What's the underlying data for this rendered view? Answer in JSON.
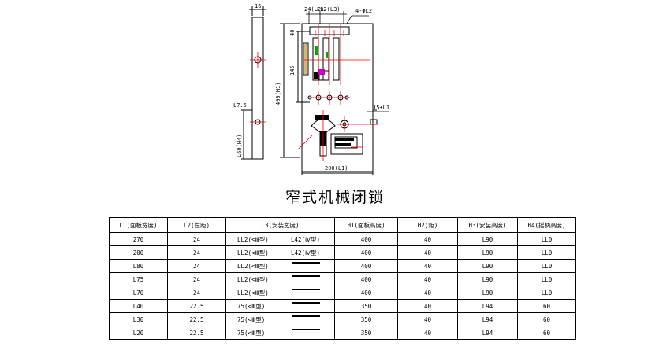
{
  "drawing": {
    "dims": {
      "side_width": "16",
      "l2": "24(L2)",
      "l12_l3": "LL2(L3)",
      "holes": "4-ΦL2",
      "d40": "40",
      "d145": "145",
      "height": "400(H1)",
      "l75": "L7.5",
      "l60_h4": "L60(H4)",
      "d15": "15±L1",
      "width": "200(L1)"
    }
  },
  "title": "窄式机械闭锁",
  "table": {
    "headers": [
      "L1(面板宽度)",
      "L2(左距)",
      "L3(安装宽度)",
      "H1(面板高度)",
      "H2(距)",
      "H3(安装高度)",
      "H4(摇柄高度)"
    ],
    "rows": [
      {
        "l1": "270",
        "l2": "24",
        "l3a": "LL2(<Ⅲ型)",
        "l3b": "L42(Ⅳ型)",
        "h1": "400",
        "h2": "40",
        "h3": "L90",
        "h4": "LL0"
      },
      {
        "l1": "200",
        "l2": "24",
        "l3a": "LL2(<Ⅲ型)",
        "l3b": "L42(Ⅳ型)",
        "h1": "400",
        "h2": "40",
        "h3": "L90",
        "h4": "LL0"
      },
      {
        "l1": "L80",
        "l2": "24",
        "l3a": "LL2(<Ⅲ型)",
        "l3b": "",
        "h1": "400",
        "h2": "40",
        "h3": "L90",
        "h4": "LL0"
      },
      {
        "l1": "L75",
        "l2": "24",
        "l3a": "LL2(<Ⅲ型)",
        "l3b": "",
        "h1": "400",
        "h2": "40",
        "h3": "L90",
        "h4": "LL0"
      },
      {
        "l1": "L70",
        "l2": "24",
        "l3a": "LL2(<Ⅲ型)",
        "l3b": "",
        "h1": "400",
        "h2": "40",
        "h3": "L90",
        "h4": "LL0"
      },
      {
        "l1": "L40",
        "l2": "22.5",
        "l3a": "75(<Ⅲ型)",
        "l3b": "",
        "h1": "350",
        "h2": "40",
        "h3": "L94",
        "h4": "60"
      },
      {
        "l1": "L30",
        "l2": "22.5",
        "l3a": "75(<Ⅲ型)",
        "l3b": "",
        "h1": "350",
        "h2": "40",
        "h3": "L94",
        "h4": "60"
      },
      {
        "l1": "L20",
        "l2": "22.5",
        "l3a": "75(<Ⅲ型)",
        "l3b": "",
        "h1": "350",
        "h2": "40",
        "h3": "L94",
        "h4": "60"
      }
    ]
  },
  "colors": {
    "line": "#000000",
    "center_line": "#ff0000",
    "accent_green": "#00aa00",
    "accent_magenta": "#cc00cc"
  }
}
